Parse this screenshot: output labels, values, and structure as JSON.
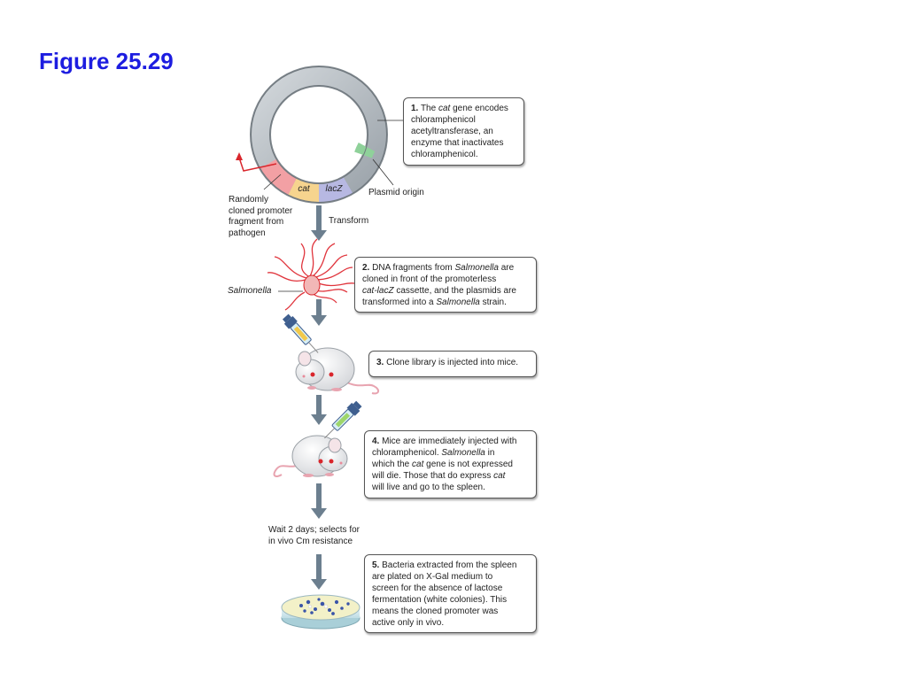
{
  "title": "Figure 25.29",
  "plasmid": {
    "cat_label": "cat",
    "lacz_label": "lacZ",
    "origin_label": "Plasmid origin",
    "promoter_label": [
      "Randomly",
      "cloned promoter",
      "fragment from",
      "pathogen"
    ],
    "transform_label": "Transform"
  },
  "organism_label": "Salmonella",
  "wait_label": [
    "Wait 2 days; selects for",
    "in vivo Cm resistance"
  ],
  "steps": [
    {
      "num": "1.",
      "parts": [
        {
          "t": " The "
        },
        {
          "t": "cat",
          "i": true
        },
        {
          "t": " gene encodes"
        },
        {
          "br": true
        },
        {
          "t": "chloramphenicol"
        },
        {
          "br": true
        },
        {
          "t": "acetyltransferase, an"
        },
        {
          "br": true
        },
        {
          "t": "enzyme that inactivates"
        },
        {
          "br": true
        },
        {
          "t": "chloramphenicol."
        }
      ]
    },
    {
      "num": "2.",
      "parts": [
        {
          "t": " DNA fragments from "
        },
        {
          "t": "Salmonella",
          "i": true
        },
        {
          "t": " are"
        },
        {
          "br": true
        },
        {
          "t": "cloned in front of the promoterless"
        },
        {
          "br": true
        },
        {
          "t": "cat-lacZ",
          "i": true
        },
        {
          "t": " cassette, and the plasmids are"
        },
        {
          "br": true
        },
        {
          "t": "transformed into a "
        },
        {
          "t": "Salmonella",
          "i": true
        },
        {
          "t": " strain."
        }
      ]
    },
    {
      "num": "3.",
      "parts": [
        {
          "t": " Clone library is injected into mice."
        }
      ]
    },
    {
      "num": "4.",
      "parts": [
        {
          "t": " Mice are immediately injected with"
        },
        {
          "br": true
        },
        {
          "t": "chloramphenicol. "
        },
        {
          "t": "Salmonella",
          "i": true
        },
        {
          "t": " in"
        },
        {
          "br": true
        },
        {
          "t": "which the "
        },
        {
          "t": "cat",
          "i": true
        },
        {
          "t": " gene is not expressed"
        },
        {
          "br": true
        },
        {
          "t": "will die. Those that do express "
        },
        {
          "t": "cat",
          "i": true
        },
        {
          "br": true
        },
        {
          "t": "will live and go to the spleen."
        }
      ]
    },
    {
      "num": "5.",
      "parts": [
        {
          "t": " Bacteria extracted from the spleen"
        },
        {
          "br": true
        },
        {
          "t": "are plated on X-Gal medium to"
        },
        {
          "br": true
        },
        {
          "t": "screen for the absence of lactose"
        },
        {
          "br": true
        },
        {
          "t": "fermentation (white colonies). This"
        },
        {
          "br": true
        },
        {
          "t": "means the cloned promoter was"
        },
        {
          "br": true
        },
        {
          "t": "active only in vivo."
        }
      ]
    }
  ],
  "colors": {
    "title": "#1d1de0",
    "plasmid_ring": "#b9c0c6",
    "promoter": "#f2a0a4",
    "cat": "#f6d48e",
    "lacz": "#b7b8e2",
    "origin": "#8fd19a",
    "arrow": "#6c7f8f",
    "promoter_arrow": "#d9262c"
  }
}
